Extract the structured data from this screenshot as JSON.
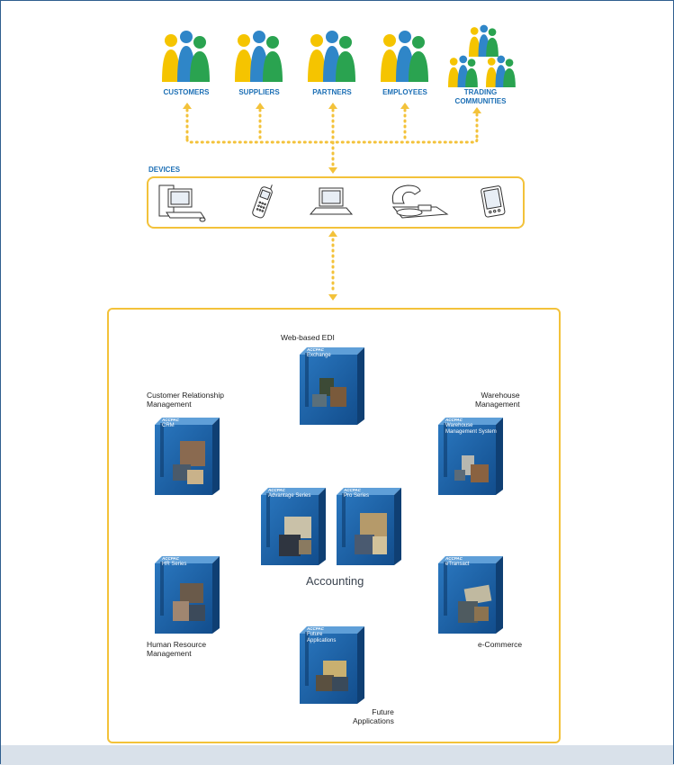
{
  "personas": [
    {
      "id": "customers",
      "label": "CUSTOMERS"
    },
    {
      "id": "suppliers",
      "label": "SUPPLIERS"
    },
    {
      "id": "partners",
      "label": "PARTNERS"
    },
    {
      "id": "employees",
      "label": "EMPLOYEES"
    },
    {
      "id": "trading",
      "label": "TRADING\nCOMMUNITIES"
    }
  ],
  "devices": {
    "label": "DEVICES",
    "items": [
      "desktop-computer-icon",
      "mobile-phone-icon",
      "laptop-icon",
      "telephone-icon",
      "pda-icon"
    ]
  },
  "modules": {
    "web_edi": "Web-based EDI",
    "crm": "Customer Relationship\nManagement",
    "warehouse": "Warehouse\nManagement",
    "hr": "Human Resource\nManagement",
    "ecommerce": "e-Commerce",
    "future": "Future\nApplications",
    "center": "Accounting"
  },
  "products": {
    "brand": "ACCPAC",
    "exchange": "Exchange",
    "crm": "CRM",
    "warehouse": "Warehouse\nManagement System",
    "advantage": "Advantage Series",
    "pro": "Pro Series",
    "hr": "HR Series",
    "etransact": "eTransact",
    "future": "Future\nApplications"
  },
  "colors": {
    "accent_yellow": "#f3c23a",
    "persona_blue": "#1c6fb5",
    "box_blue": "#1d63a8",
    "person_yellow": "#f5c400",
    "person_green": "#2aa350",
    "person_blue": "#2f86c8"
  }
}
